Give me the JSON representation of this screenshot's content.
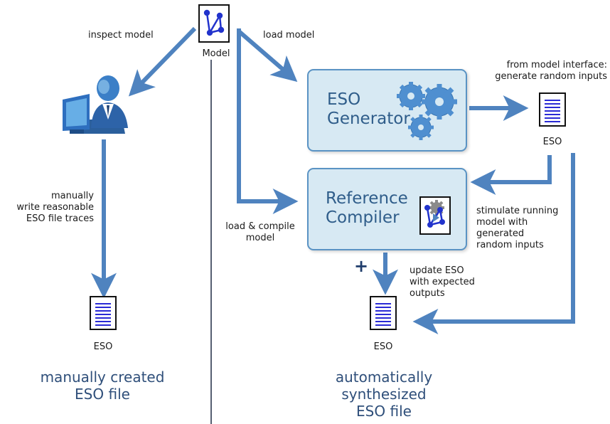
{
  "model": {
    "label": "Model",
    "icon": "model-graph-icon"
  },
  "edges": {
    "inspect_model": "inspect model",
    "load_model": "load model",
    "manual_write": [
      "manually",
      "write reasonable",
      "ESO file traces"
    ],
    "from_interface": [
      "from model interface:",
      "generate random inputs"
    ],
    "load_compile": [
      "load & compile",
      "model"
    ],
    "stimulate": [
      "stimulate running",
      "model with",
      "generated",
      "random inputs"
    ],
    "update_eso": [
      "update ESO",
      "with expected",
      "outputs"
    ],
    "plus": "+"
  },
  "eso_generator": {
    "title_lines": [
      "ESO",
      "Generator"
    ],
    "icon": "gears-icon"
  },
  "reference_compiler": {
    "title_lines": [
      "Reference",
      "Compiler"
    ],
    "icon": "compiler-model-icon"
  },
  "eso_docs": {
    "generated": "ESO",
    "manual": "ESO",
    "synthesized": "ESO"
  },
  "captions": {
    "manual": [
      "manually created",
      "ESO file"
    ],
    "auto": [
      "automatically",
      "synthesized",
      "ESO file"
    ]
  },
  "user": {
    "icon": "user-at-computer-icon"
  },
  "colors": {
    "arrow": "#4f83bf",
    "box_fill": "#d7e9f3",
    "box_border": "#5a93c4",
    "title": "#2f5d8a",
    "doc_lines": "#2a2ad6",
    "caption": "#2f4f7a"
  }
}
